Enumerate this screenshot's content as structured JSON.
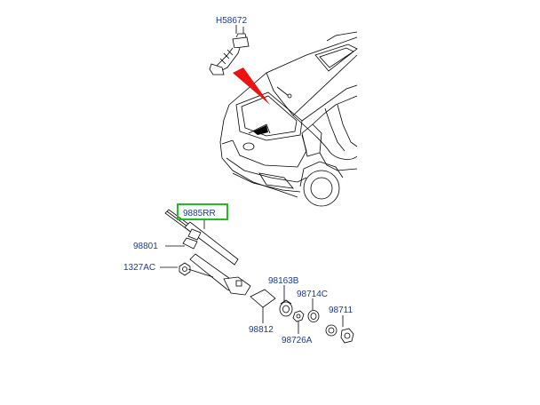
{
  "diagram": {
    "callouts": [
      {
        "id": "h58672",
        "text": "H58672"
      },
      {
        "id": "9885rr",
        "text": "9885RR",
        "highlight": true
      },
      {
        "id": "98801",
        "text": "98801"
      },
      {
        "id": "1327ac",
        "text": "1327AC"
      },
      {
        "id": "98163b",
        "text": "98163B"
      },
      {
        "id": "98714c",
        "text": "98714C"
      },
      {
        "id": "98711",
        "text": "98711"
      },
      {
        "id": "98812",
        "text": "98812"
      },
      {
        "id": "98726a",
        "text": "98726A"
      }
    ],
    "colors": {
      "label": "#1a3a9a",
      "highlight_box": "#22bb22",
      "pointer": "#ee1111",
      "line": "#000000"
    }
  }
}
